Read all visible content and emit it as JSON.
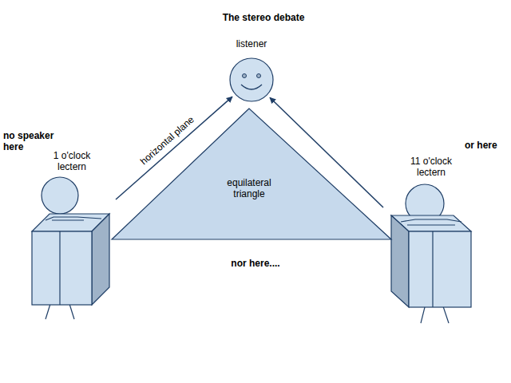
{
  "diagram": {
    "title": "The stereo debate",
    "nodes": [
      {
        "text": [
          "listener"
        ]
      },
      {
        "text": [
          "1 o'clock lectern"
        ]
      },
      {
        "text": [
          "11 o'clock lectern"
        ]
      },
      {
        "text": [
          "equilateral triangle"
        ]
      }
    ],
    "edges": [
      {
        "from": 1,
        "to": 0,
        "label": "horizontal plane",
        "arrow": "to"
      },
      {
        "from": 2,
        "to": 0,
        "arrow": "to"
      }
    ],
    "labels": [
      "no speaker here",
      "or here",
      "nor here...."
    ]
  }
}
